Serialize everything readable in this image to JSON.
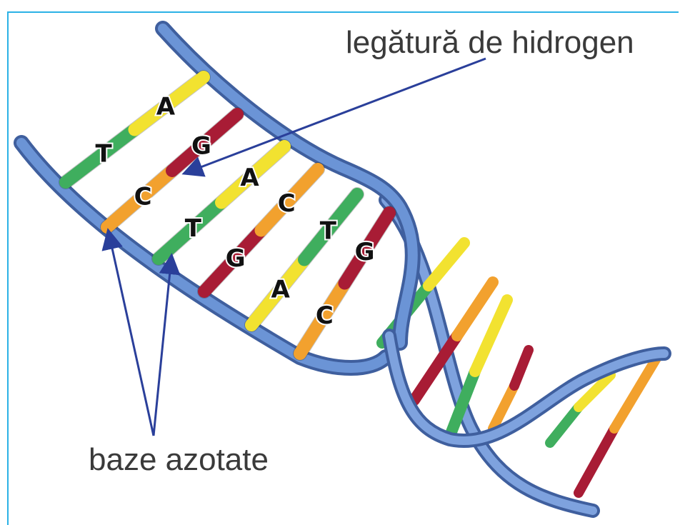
{
  "labels": {
    "hydrogen_bond": "legătură de hidrogen",
    "nitrogen_bases": "baze azotate"
  },
  "base_pairs": [
    {
      "left": "T",
      "right": "A",
      "left_color": "green",
      "right_color": "yellow"
    },
    {
      "left": "C",
      "right": "G",
      "left_color": "orange",
      "right_color": "red"
    },
    {
      "left": "T",
      "right": "A",
      "left_color": "green",
      "right_color": "yellow"
    },
    {
      "left": "G",
      "right": "C",
      "left_color": "red",
      "right_color": "orange"
    },
    {
      "left": "A",
      "right": "T",
      "left_color": "yellow",
      "right_color": "green"
    },
    {
      "left": "C",
      "right": "G",
      "left_color": "orange",
      "right_color": "red"
    }
  ],
  "colors": {
    "frame": "#2bb2e6",
    "backbone": "#6b94d6",
    "backbone_dark": "#3f5f9e",
    "arrow": "#2a3f9a",
    "green": "#3fae5e",
    "yellow": "#f2e230",
    "orange": "#f2a12e",
    "red": "#a81c35",
    "text": "#3a3a3a"
  }
}
